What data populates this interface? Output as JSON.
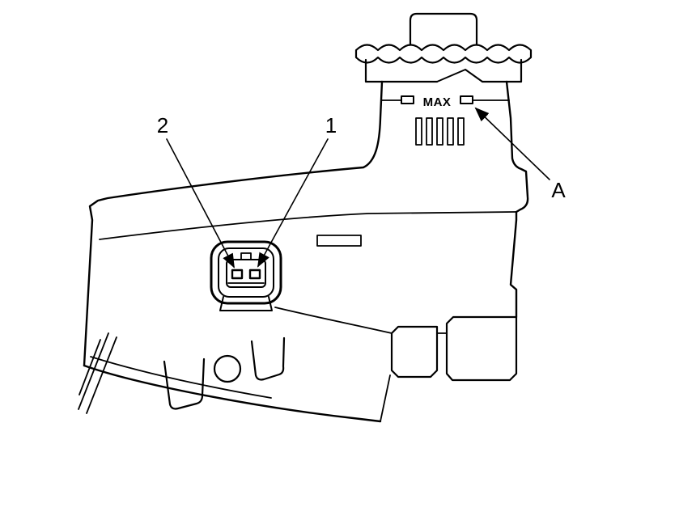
{
  "figure": {
    "colors": {
      "background": "#ffffff",
      "line": "#000000"
    },
    "markings": {
      "max_label": "MAX"
    },
    "callouts": {
      "callout_1": "1",
      "callout_2": "2",
      "callout_a": "A"
    }
  }
}
